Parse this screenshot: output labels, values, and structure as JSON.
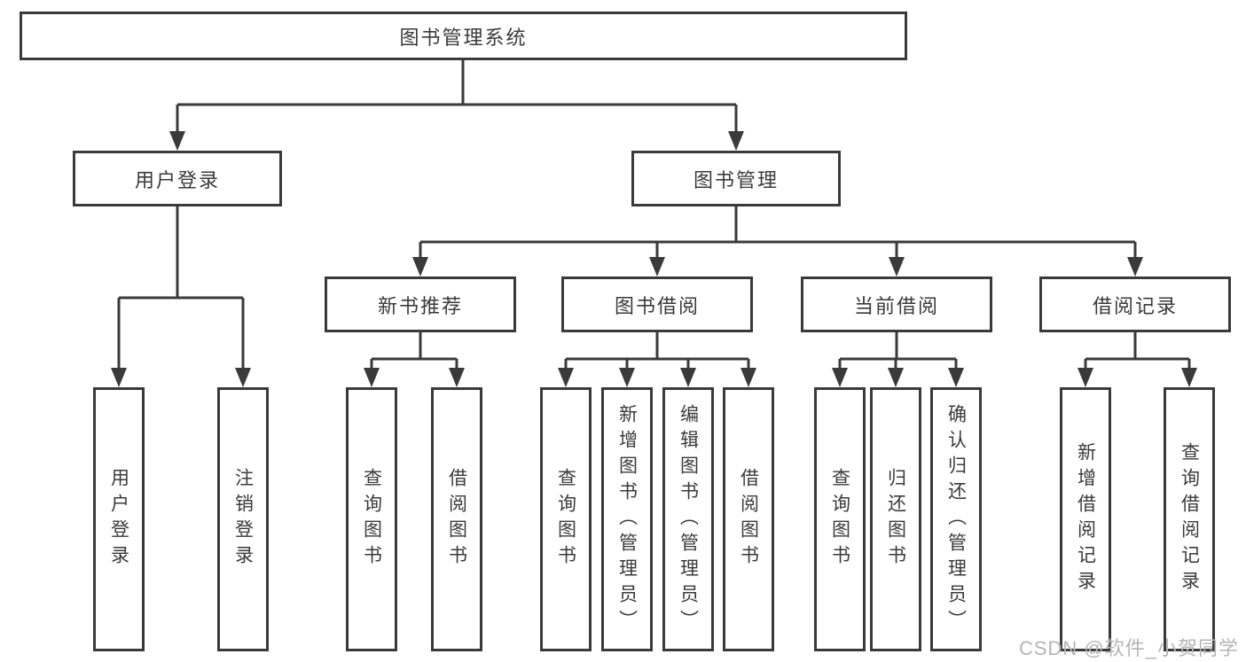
{
  "diagram": {
    "title": "图书管理系统",
    "nodes": {
      "root": {
        "label": "图书管理系统"
      },
      "login": {
        "label": "用户登录"
      },
      "mgmt": {
        "label": "图书管理"
      },
      "rec": {
        "label": "新书推荐"
      },
      "borrow": {
        "label": "图书借阅"
      },
      "current": {
        "label": "当前借阅"
      },
      "records": {
        "label": "借阅记录"
      },
      "login_user": {
        "label": "用户登录"
      },
      "login_logout": {
        "label": "注销登录"
      },
      "rec_query": {
        "label": "查询图书"
      },
      "rec_borrow": {
        "label": "借阅图书"
      },
      "borrow_query": {
        "label": "查询图书"
      },
      "borrow_add": {
        "label": "新增图书（管理员）"
      },
      "borrow_edit": {
        "label": "编辑图书（管理员）"
      },
      "borrow_borrow": {
        "label": "借阅图书"
      },
      "current_query": {
        "label": "查询图书"
      },
      "current_return": {
        "label": "归还图书"
      },
      "current_confirm": {
        "label": "确认归还（管理员）"
      },
      "records_add": {
        "label": "新增借阅记录"
      },
      "records_query": {
        "label": "查询借阅记录"
      }
    },
    "edges": [
      {
        "from": "root",
        "to": "login"
      },
      {
        "from": "root",
        "to": "mgmt"
      },
      {
        "from": "login",
        "to": "login_user"
      },
      {
        "from": "login",
        "to": "login_logout"
      },
      {
        "from": "mgmt",
        "to": "rec"
      },
      {
        "from": "mgmt",
        "to": "borrow"
      },
      {
        "from": "mgmt",
        "to": "current"
      },
      {
        "from": "mgmt",
        "to": "records"
      },
      {
        "from": "rec",
        "to": "rec_query"
      },
      {
        "from": "rec",
        "to": "rec_borrow"
      },
      {
        "from": "borrow",
        "to": "borrow_query"
      },
      {
        "from": "borrow",
        "to": "borrow_add"
      },
      {
        "from": "borrow",
        "to": "borrow_edit"
      },
      {
        "from": "borrow",
        "to": "borrow_borrow"
      },
      {
        "from": "current",
        "to": "current_query"
      },
      {
        "from": "current",
        "to": "current_return"
      },
      {
        "from": "current",
        "to": "current_confirm"
      },
      {
        "from": "records",
        "to": "records_add"
      },
      {
        "from": "records",
        "to": "records_query"
      }
    ],
    "colors": {
      "line": "#3a3a3a",
      "text": "#3a3a3a",
      "background": "#ffffff",
      "watermark": "#b5b5b5"
    },
    "watermark": "CSDN @软件_小贺同学"
  }
}
